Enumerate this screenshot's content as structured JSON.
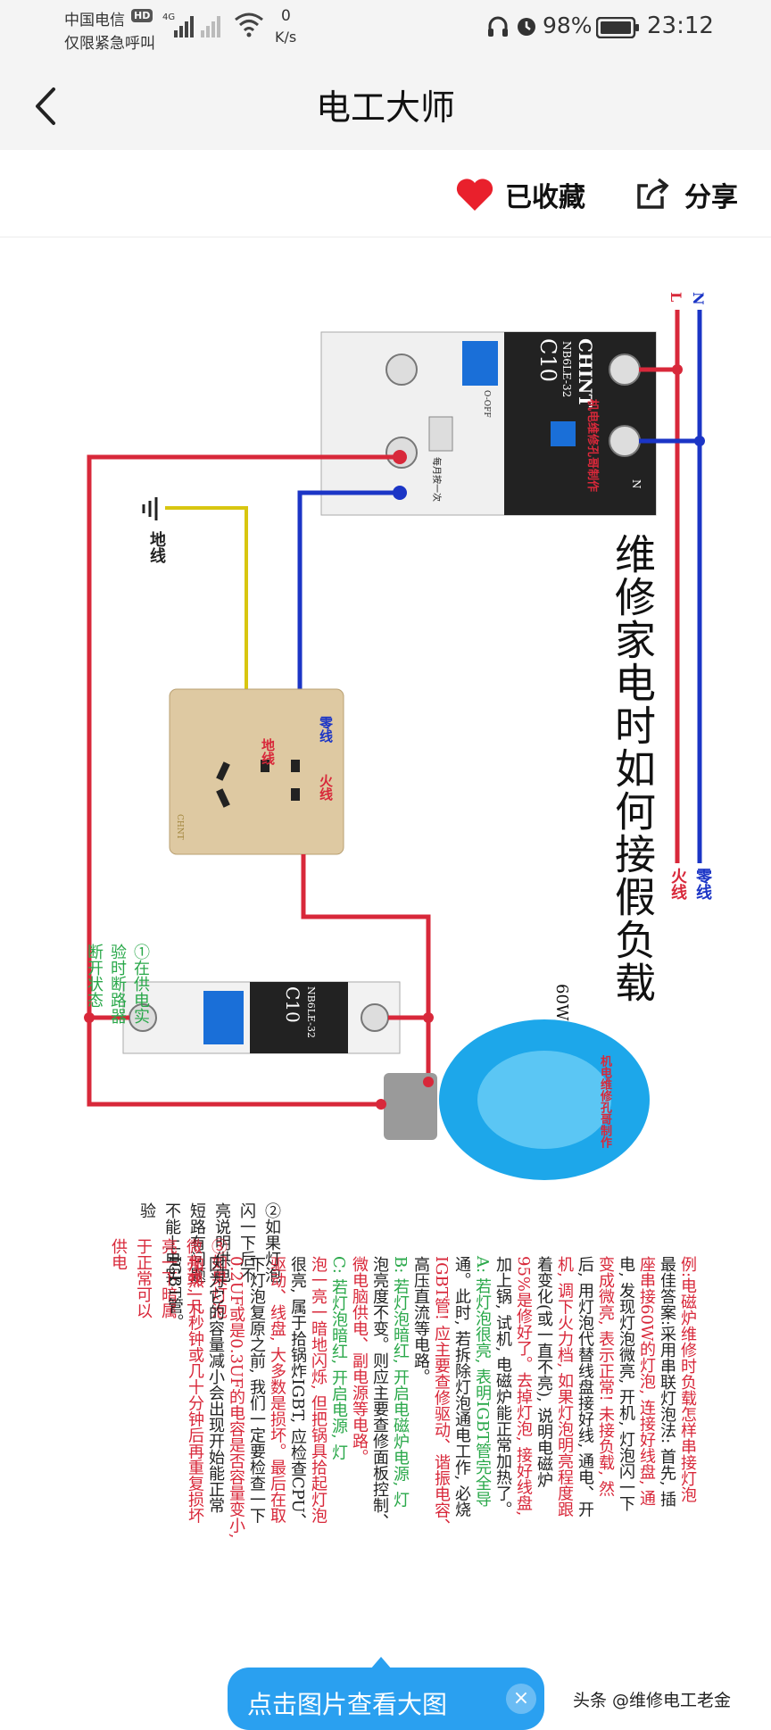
{
  "status": {
    "carrier": "中国电信",
    "hd": "HD",
    "network": "4G",
    "sos": "仅限紧急呼叫",
    "speed_value": "0",
    "speed_unit": "K/s",
    "battery": "98%",
    "time": "23:12"
  },
  "header": {
    "title": "电工大师",
    "back_icon": "chevron-left-icon"
  },
  "actions": {
    "favorite_label": "已收藏",
    "share_label": "分享"
  },
  "diagram": {
    "labels": {
      "n_top": "N",
      "l_top": "L",
      "ground": "地线",
      "zero_right": "零线",
      "fire_right": "火线",
      "title": "维修家电时如何接假负载",
      "watt": "60W",
      "breaker_brand": "CHINT",
      "breaker_model": "NB6LE-32",
      "breaker_rating": "C10",
      "breaker_off": "O-OFF",
      "breaker_test": "每月按一次",
      "breaker_n": "N",
      "small_breaker_model": "NB6LE-32",
      "small_breaker_rating": "C10",
      "socket_zero": "零线",
      "socket_fire": "火线",
      "socket_ground": "地线",
      "socket_brand": "CHNT",
      "note1": "①在供电实验时断路器断开状态",
      "watermark": "机电维修孔哥制作",
      "note2": "②如果灯泡闪一下后不亮说明供电短路有问题不能上电实验",
      "note3": "③如果灯泡微亮或一下亮一下暗属于正常可以供电"
    },
    "text_lines": [
      {
        "text": "例:电磁炉维修时负载怎样串接灯泡",
        "color": "#d8283a"
      },
      {
        "text": "最佳答案:采用串联灯泡法: 首先, 插",
        "color": "#222"
      },
      {
        "text": "座串接60W的灯泡, 连接好线盘, 通",
        "color": "#d8283a"
      },
      {
        "text": "电, 发现灯泡微亮, 开机, 灯泡闪一下",
        "color": "#222"
      },
      {
        "text": "变成微亮, 表示正常! 未接负载, 然",
        "color": "#d8283a"
      },
      {
        "text": "后, 用灯泡代替线盘接好线, 通电、开",
        "color": "#222"
      },
      {
        "text": "机, 调下火力档, 如果灯泡明亮程度跟",
        "color": "#d8283a"
      },
      {
        "text": "着变化(或一直不亮), 说明电磁炉",
        "color": "#222"
      },
      {
        "text": "95%是修好了。去掉灯泡, 接好线盘,",
        "color": "#d8283a"
      },
      {
        "text": "加上锅, 试机, 电磁炉能正常加热了。",
        "color": "#222"
      },
      {
        "text": "A: 若灯泡很亮, 表明IGBT管完全导",
        "color": "#2aa84a"
      },
      {
        "text": "通。此时, 若拆除灯泡通电工作, 必烧",
        "color": "#222"
      },
      {
        "text": "IGBT管! 应主要查修驱动、谐振电容、",
        "color": "#d8283a"
      },
      {
        "text": "高压直流等电路。",
        "color": "#222"
      },
      {
        "text": "B: 若灯泡暗红, 开启电磁炉电源, 灯",
        "color": "#2aa84a"
      },
      {
        "text": "泡亮度不变。则应主要查修面板控制、",
        "color": "#222"
      },
      {
        "text": "微电脑供电、副电源等电路。",
        "color": "#d8283a"
      },
      {
        "text": "C: 若灯泡暗红, 开启电源, 灯",
        "color": "#2aa84a"
      },
      {
        "text": "泡一亮一暗地闪烁, 但把锅具拾起灯泡",
        "color": "#d8283a"
      },
      {
        "text": "很亮, 属于拾锅炸IGBT, 应检查CPU、",
        "color": "#222"
      },
      {
        "text": "驱动、线盘, 大多数是损坏。最后在取",
        "color": "#d8283a"
      },
      {
        "text": "下灯泡复原之前, 我们一定要检查一下",
        "color": "#222"
      },
      {
        "text": "0.2UF或是0.3UF的电容是否容量变小,",
        "color": "#d8283a"
      },
      {
        "text": "因为它的容量减小会出现开始能正常",
        "color": "#222"
      },
      {
        "text": "加热, 几秒钟或几十分钟后再重复损坏",
        "color": "#d8283a"
      },
      {
        "text": "IGBT管。",
        "color": "#222"
      }
    ]
  },
  "footer": {
    "view_big_label": "点击图片查看大图",
    "close_icon": "close-icon",
    "watermark": "头条 @维修电工老金"
  }
}
